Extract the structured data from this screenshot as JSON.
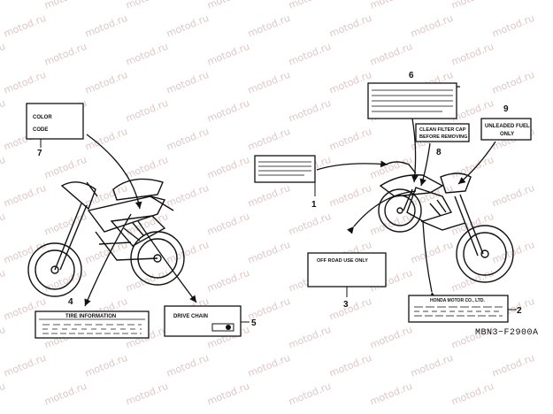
{
  "diagram": {
    "code": "MBN3−F2900A",
    "watermark": "motod.ru",
    "callouts": [
      {
        "id": "1",
        "key": "label-1"
      },
      {
        "id": "2",
        "key": "label-2"
      },
      {
        "id": "3",
        "key": "label-3"
      },
      {
        "id": "4",
        "key": "label-4"
      },
      {
        "id": "5",
        "key": "label-5"
      },
      {
        "id": "6",
        "key": "label-6"
      },
      {
        "id": "7",
        "key": "label-7"
      },
      {
        "id": "8",
        "key": "label-8"
      },
      {
        "id": "9",
        "key": "label-9"
      }
    ],
    "labels": {
      "color_code_line1": "COLOR",
      "color_code_line2": "CODE",
      "tire_information": "TIRE INFORMATION",
      "drive_chain": "DRIVE CHAIN",
      "off_road_use_only": "OFF ROAD USE ONLY",
      "honda_motor": "HONDA MOTOR CO., LTD.",
      "clean_filter_line1": "CLEAN FILTER CAP",
      "clean_filter_line2": "BEFORE REMOVING",
      "unleaded_fuel_line1": "UNLEADED FUEL",
      "unleaded_fuel_line2": "ONLY"
    }
  }
}
